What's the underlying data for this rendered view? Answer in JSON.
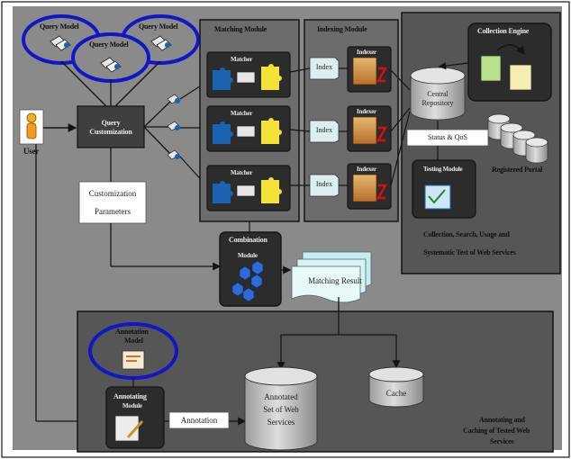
{
  "labels": {
    "query_model_1": "Query Model",
    "query_model_2": "Query Model",
    "query_model_3": "Query Model",
    "user": "User",
    "query_customization": "Query Customization",
    "customization_parameters_line1": "Customization",
    "customization_parameters_line2": "Parameters",
    "matching_module": "Matching Module",
    "matcher_1": "Matcher",
    "matcher_2": "Matcher",
    "matcher_3": "Matcher",
    "indexing_module": "Indexing Module",
    "index_1": "Index",
    "index_2": "Index",
    "index_3": "Index",
    "indexer_1": "Indexer",
    "indexer_2": "Indexer",
    "indexer_3": "Indexer",
    "collection_engine": "Collection Engine",
    "central_repository_line1": "Central",
    "central_repository_line2": "Repository",
    "status_qos": "Status & QoS",
    "registered_portal": "Registered Portal",
    "testing_module": "Testing Module",
    "collection_caption_line1": "Collection, Search, Usage and",
    "collection_caption_line2": "Systematic Test of Web Services",
    "combination_module_title": "Combination",
    "combination_module_sub": "Module",
    "matching_result": "Matching Result",
    "annotation_model_line1": "Annotation",
    "annotation_model_line2": "Model",
    "annotating_module_line1": "Annotating",
    "annotating_module_line2": "Module",
    "annotation": "Annotation",
    "annotated_set_line1": "Annotated",
    "annotated_set_line2": "Set of Web",
    "annotated_set_line3": "Services",
    "cache": "Cache",
    "annotating_caption_line1": "Annotating and",
    "annotating_caption_line2": "Caching of Tested Web",
    "annotating_caption_line3": "Services"
  },
  "colors": {
    "background": "#ffffff",
    "panel": "#8a8a8a",
    "panel_dark": "#565656",
    "line": "#141414",
    "highlight_ellipse": "#1515c8",
    "puzzle_blue": "#1a63b0",
    "puzzle_yellow": "#f2e23a",
    "cylinder": "#bdbdbd"
  }
}
